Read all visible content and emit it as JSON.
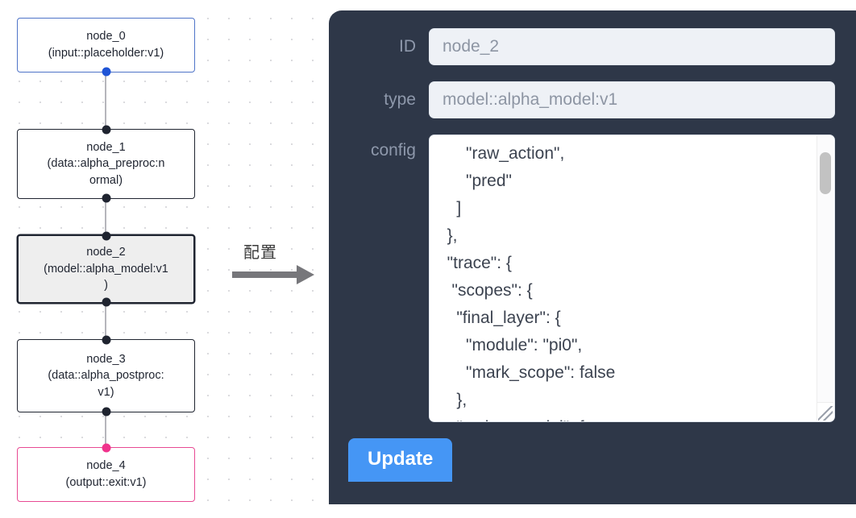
{
  "canvas": {
    "grid_dot_color": "#d4d4d8",
    "nodes": [
      {
        "id": "node_0",
        "title": "node_0",
        "subtitle": "(input::placeholder:v1)",
        "kind": "input",
        "border_color": "#4f74c8",
        "selected": false
      },
      {
        "id": "node_1",
        "title": "node_1",
        "subtitle": "(data::alpha_preproc:n\normal)",
        "kind": "default",
        "border_color": "#1f2430",
        "selected": false
      },
      {
        "id": "node_2",
        "title": "node_2",
        "subtitle": "(model::alpha_model:v1\n)",
        "kind": "model",
        "border_color": "#1f2430",
        "selected": true
      },
      {
        "id": "node_3",
        "title": "node_3",
        "subtitle": "(data::alpha_postproc:\nv1)",
        "kind": "default",
        "border_color": "#1f2430",
        "selected": false
      },
      {
        "id": "node_4",
        "title": "node_4",
        "subtitle": "(output::exit:v1)",
        "kind": "output",
        "border_color": "#e84a93",
        "selected": false
      }
    ],
    "edges": [
      {
        "from": "node_0",
        "to": "node_1"
      },
      {
        "from": "node_1",
        "to": "node_2"
      },
      {
        "from": "node_2",
        "to": "node_3"
      },
      {
        "from": "node_3",
        "to": "node_4"
      }
    ]
  },
  "annotation": {
    "label": "配置",
    "arrow_color": "#77777b"
  },
  "inspector": {
    "background_color": "#2e3748",
    "fields": {
      "id": {
        "label": "ID",
        "value": "node_2"
      },
      "type": {
        "label": "type",
        "value": "model::alpha_model:v1"
      },
      "config": {
        "label": "config",
        "value": "      \"raw_action\",\n      \"pred\"\n    ]\n  },\n  \"trace\": {\n   \"scopes\": {\n    \"final_layer\": {\n      \"module\": \"pi0\",\n      \"mark_scope\": false\n    },\n    \"action_model\": {"
      }
    },
    "update_button": {
      "label": "Update",
      "color": "#4596f5"
    }
  }
}
